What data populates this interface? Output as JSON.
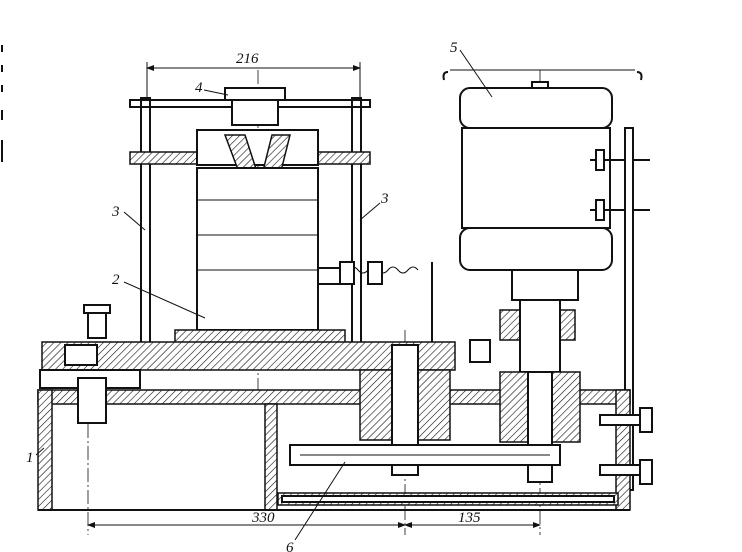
{
  "drawing": {
    "dimensions": {
      "top_width": "216",
      "bottom_left": "330",
      "bottom_right": "135"
    },
    "callouts": {
      "base": "1",
      "tank": "2",
      "rod_left": "3",
      "rod_right": "3",
      "cap": "4",
      "motor": "5",
      "gear_bar": "6"
    }
  }
}
